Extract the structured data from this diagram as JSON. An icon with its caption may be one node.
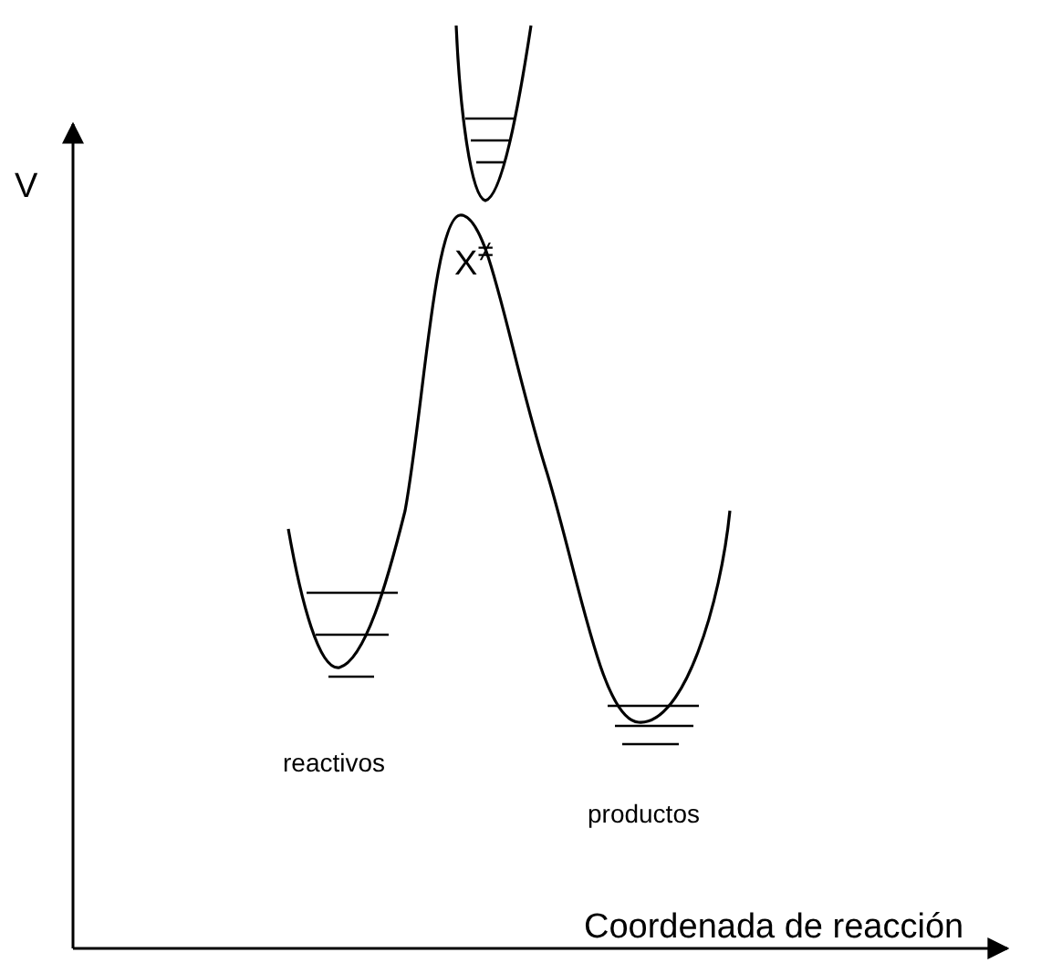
{
  "diagram": {
    "labels": [
      "V",
      "X$^{≠}$",
      "reactivos",
      "productos",
      "Coordenada de reacción"
    ]
  }
}
